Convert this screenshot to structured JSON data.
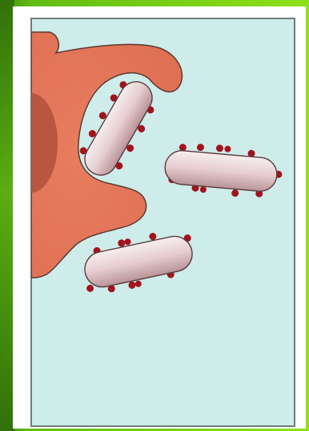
{
  "diagram": {
    "subject": "phagocytosis",
    "colors": {
      "slide_green": "#62bd13",
      "frame_border": "#6f7c7c",
      "medium": "#cdecea",
      "cell": "#e4795c",
      "nucleus": "#b2523e",
      "bacterium": "#e9d1d3",
      "antibody": "#a3131c"
    },
    "parts": [
      "phagocyte",
      "nucleus",
      "bacterium",
      "bacterium",
      "bacterium",
      "antibody"
    ]
  }
}
